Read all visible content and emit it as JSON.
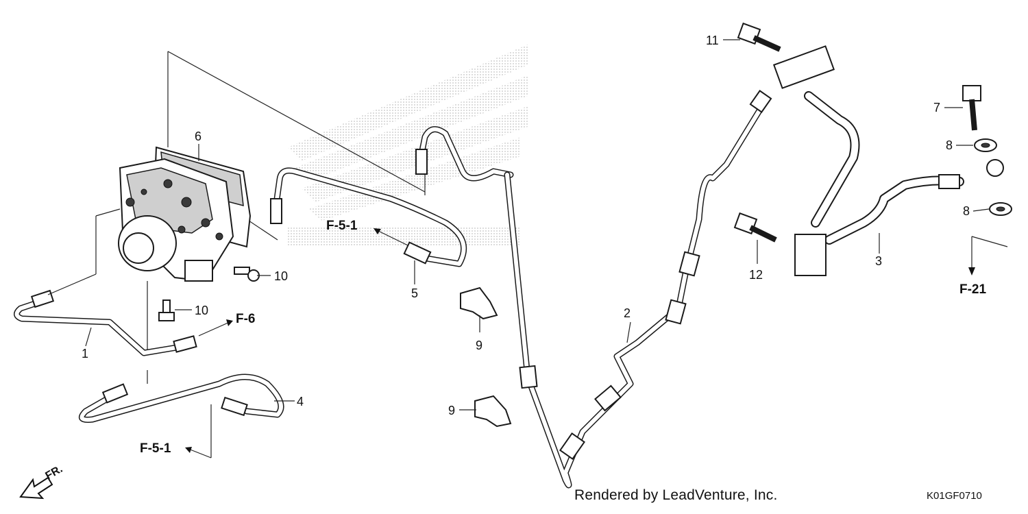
{
  "callouts": {
    "c1": "1",
    "c2": "2",
    "c3": "3",
    "c4": "4",
    "c5": "5",
    "c6": "6",
    "c7": "7",
    "c8a": "8",
    "c8b": "8",
    "c9a": "9",
    "c9b": "9",
    "c10a": "10",
    "c10b": "10",
    "c11": "11",
    "c12": "12"
  },
  "refs": {
    "f51_top": "F-5-1",
    "f6": "F-6",
    "f51_bottom": "F-5-1",
    "f21": "F-21"
  },
  "direction": {
    "label": "FR."
  },
  "footer": {
    "credit": "Rendered by LeadVenture, Inc.",
    "code": "K01GF0710"
  },
  "colors": {
    "line": "#1a1a1a",
    "watermark": "#c8c8c8",
    "background": "#ffffff"
  }
}
